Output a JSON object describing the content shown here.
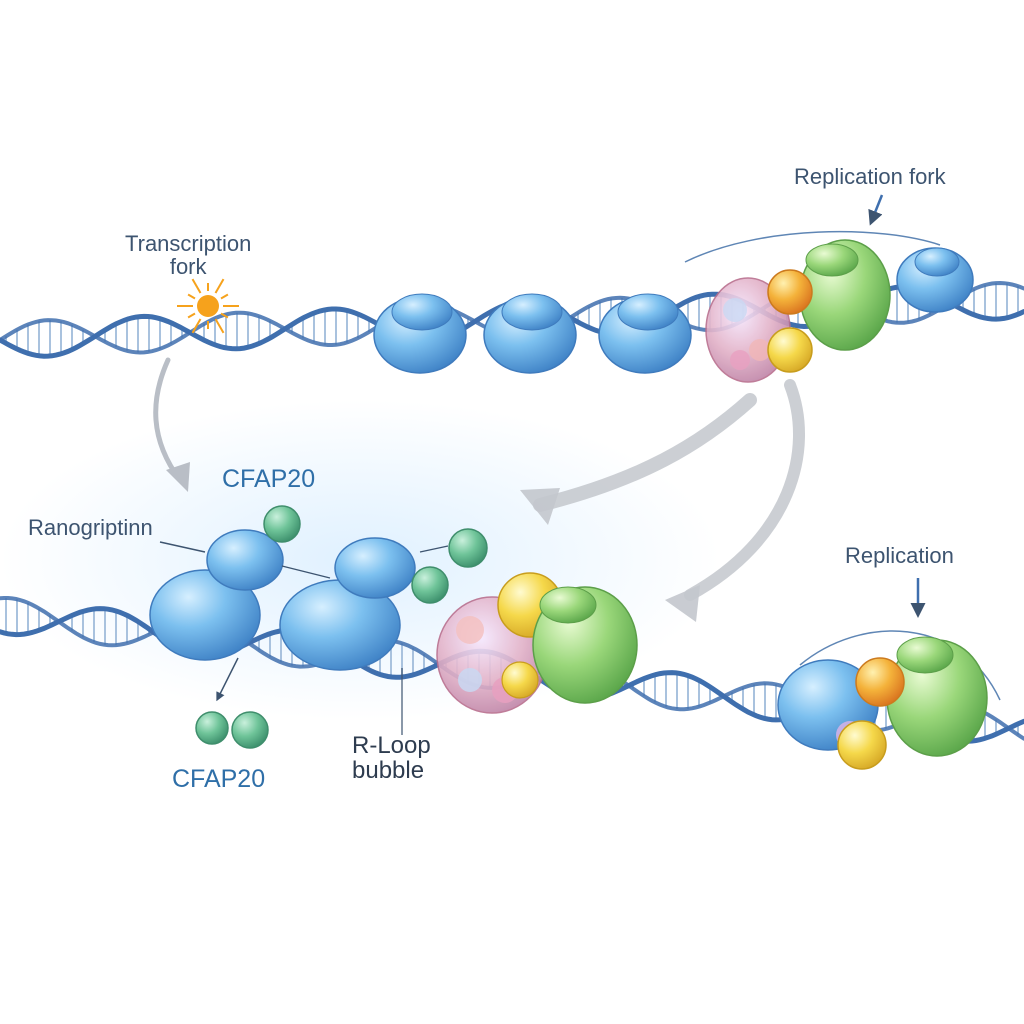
{
  "labels": {
    "transcription_fork": "Transcription\nfork",
    "replication_fork": "Replication fork",
    "cfap20_top": "CFAP20",
    "ranogription": "Ranogriptinn",
    "replication_lower": "Replication",
    "r_loop_bubble": "R-Loop\nbubble",
    "cfap20_bottom": "CFAP20"
  },
  "colors": {
    "dna_backbone": "#3f6fae",
    "dna_rungs": "#a9c2de",
    "nucleosome": "#5aa6df",
    "helicase": "#8ccf6a",
    "cfap20_protein": "#62b98a",
    "accessory_orange": "#f0a030",
    "accessory_yellow": "#f3d23a",
    "flow_arrow": "#b9bec6",
    "sun": "#f6a21c"
  }
}
